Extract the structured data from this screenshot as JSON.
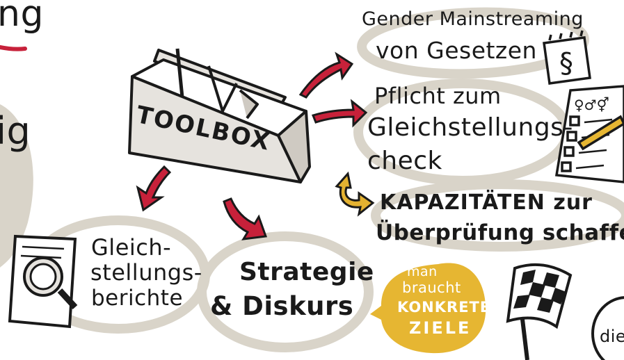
{
  "texts": {
    "gender_line1": "Gender Mainstreaming",
    "gender_line2": "von Gesetzen",
    "pflicht_line1": "Pflicht zum",
    "pflicht_line2": "Gleichstellungs-",
    "pflicht_line3": "check",
    "kapaz_line1": "KAPAZITÄTEN zur",
    "kapaz_line2": "Überprüfung schaffen",
    "gleich_line1": "Gleich-",
    "gleich_line2": "stellungs-",
    "gleich_line3": "berichte",
    "strategie_line1": "Strategie",
    "strategie_line2": "& Diskurs",
    "ziele_line1": "man",
    "ziele_line2": "braucht",
    "ziele_line3": "KONKRETE",
    "ziele_line4": "ZIELE",
    "toolbox_label": "TOOLBOX",
    "fragment_top_left": "ng",
    "fragment_mid_left": "ig",
    "fragment_bottom_right": "die"
  },
  "colors": {
    "blob": "#d9d4c9",
    "arrow_red": "#c7213a",
    "arrow_yellow": "#e4b231",
    "bubble_yellow": "#e6b632",
    "ink": "#1a1a1a",
    "flag_dark": "#1a1a1a",
    "box_grey": "#e6e3de"
  },
  "icons": [
    "toolbox-icon",
    "paragraph-notepad-icon",
    "checklist-gender-icon",
    "magnifier-report-icon",
    "checkered-flag-icon"
  ]
}
